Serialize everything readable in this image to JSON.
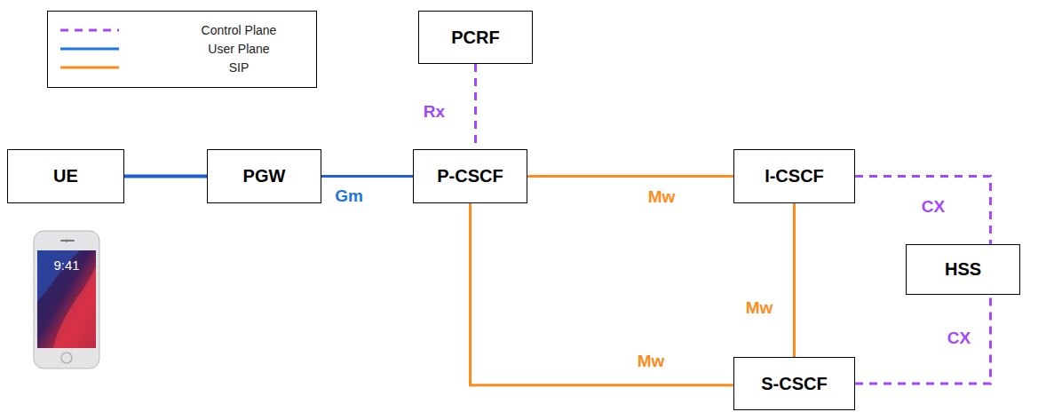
{
  "diagram": {
    "nodes": [
      {
        "text": [
          "PCRF"
        ]
      },
      {
        "text": [
          "UE"
        ]
      },
      {
        "text": [
          "PGW"
        ]
      },
      {
        "text": [
          "P-CSCF"
        ]
      },
      {
        "text": [
          "I-CSCF"
        ]
      },
      {
        "text": [
          "HSS"
        ]
      },
      {
        "text": [
          "S-CSCF"
        ]
      }
    ],
    "edges": [
      {
        "from": 1,
        "to": 2,
        "arrow": "none"
      },
      {
        "from": 2,
        "to": 3,
        "label": "Gm",
        "arrow": "none"
      },
      {
        "from": 0,
        "to": 3,
        "label": "Rx",
        "arrow": "none"
      },
      {
        "from": 3,
        "to": 4,
        "label": "Mw",
        "arrow": "none"
      },
      {
        "from": 4,
        "to": 6,
        "label": "Mw",
        "arrow": "none"
      },
      {
        "from": 3,
        "to": 6,
        "label": "Mw",
        "arrow": "none"
      },
      {
        "from": 4,
        "to": 5,
        "label": "CX",
        "arrow": "none"
      },
      {
        "from": 6,
        "to": 5,
        "label": "CX",
        "arrow": "none"
      }
    ],
    "labels": [
      "9:41"
    ],
    "legend": [
      {
        "text": "Control Plane"
      },
      {
        "text": "User Plane"
      },
      {
        "text": "SIP"
      }
    ]
  }
}
